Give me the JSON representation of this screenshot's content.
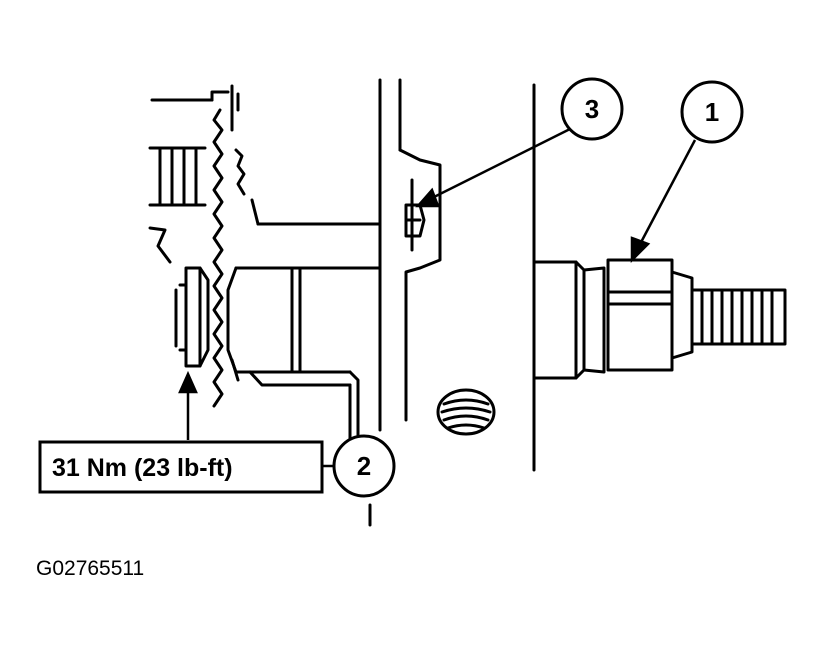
{
  "callouts": [
    {
      "label": "1"
    },
    {
      "label": "2"
    },
    {
      "label": "3"
    }
  ],
  "torque_spec": "31 Nm (23 lb-ft)",
  "figure_id": "G02765511"
}
